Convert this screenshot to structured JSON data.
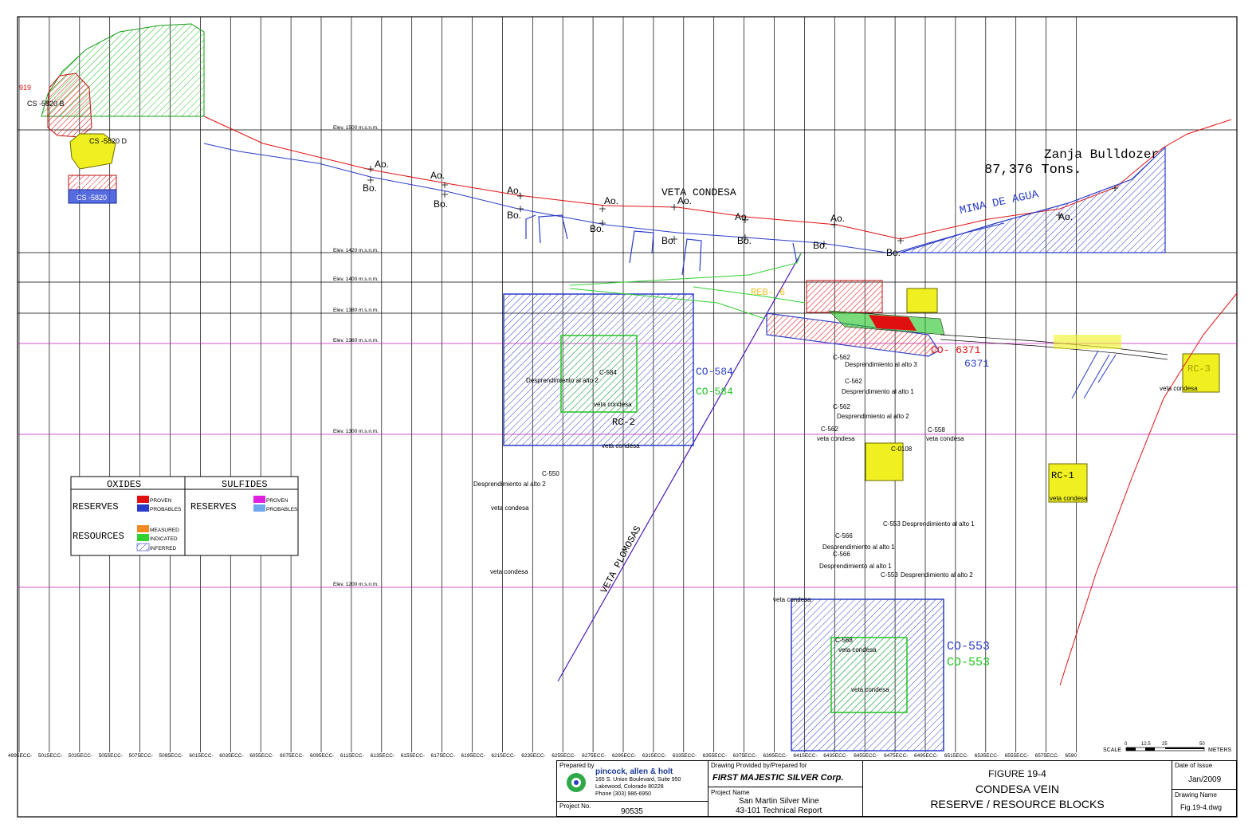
{
  "elevations": [
    "Elev. 1500 m.s.n.m.",
    "Elev. 1420 m.s.n.m.",
    "Elev. 1400 m.s.n.m.",
    "Elev. 1380 m.s.n.m.",
    "Elev. 1360 m.s.n.m.",
    "Elev. 1300 m.s.n.m.",
    "Elev. 1200 m.s.n.m."
  ],
  "labels": {
    "veta_condesa": "VETA CONDESA",
    "veta_plomosas": "VETA PLOMOSAS",
    "mina_de_agua": "MINA DE AGUA",
    "zanja": "Zanja Bulldozer",
    "tons": "87,376 Tons.",
    "ao": "Ao.",
    "bo": "Bo.",
    "cs5820": "CS -5820",
    "cs5820b": "CS -5820 B",
    "cs5820d": "CS -5820 D",
    "n919": "919",
    "reb": "REB- 6",
    "co6371_red": "CO- 6371",
    "co6371_blue": "6371",
    "co584_blue": "CO-584",
    "co584_green": "CO-584",
    "rc2": "RC-2",
    "rc1": "RC-1",
    "rc3": "RC-3",
    "co553_blue": "CO-553",
    "co553_green": "CO-553",
    "c584": "C-584",
    "c562": "C-562",
    "c558": "C-558",
    "c566": "C-566",
    "c550": "C-550",
    "c553": "C-553",
    "c568": "C-568",
    "c0108": "C-0108",
    "desp2": "Desprendimiento al alto 2",
    "desp1": "Desprendimiento al alto 1",
    "desp3": "Desprendimiento al alto 3",
    "veta": "veta condesa"
  },
  "legend": {
    "oxides": "OXIDES",
    "sulfides": "SULFIDES",
    "reserves": "RESERVES",
    "resources": "RESOURCES",
    "proven": "PROVEN",
    "probables": "PROBABLES",
    "measured": "MEASURED",
    "indicated": "INDICATED",
    "inferred": "INFERRED"
  },
  "sections": [
    "4995ECC-",
    "5015ECC-",
    "5035ECC-",
    "5055ECC-",
    "5075ECC-",
    "5095ECC-",
    "6015ECC-",
    "6035ECC-",
    "6055ECC-",
    "6075ECC-",
    "6095ECC-",
    "6115ECC-",
    "6135ECC-",
    "6155ECC-",
    "6175ECC-",
    "6195ECC-",
    "6215ECC-",
    "6235ECC-",
    "6255ECC-",
    "6275ECC-",
    "6295ECC-",
    "6315ECC-",
    "6335ECC-",
    "6355ECC-",
    "6375ECC-",
    "6395ECC-",
    "6415ECC-",
    "6435ECC-",
    "6455ECC-",
    "6475ECC-",
    "6495ECC-",
    "6515ECC-",
    "6535ECC-",
    "6555ECC-",
    "6575ECC-",
    "6590"
  ],
  "scale": {
    "label": "SCALE",
    "ticks": [
      "0",
      "12.5",
      "25",
      "50"
    ],
    "unit": "METERS"
  },
  "title_block": {
    "prepared_by": "Prepared by",
    "company": "pincock, allen & holt",
    "addr1": "165 S. Union Boulevard, Suite 950",
    "addr2": "Lakewood, Colorado 80228",
    "phone": "Phone (303) 986-6950",
    "project_no_label": "Project No.",
    "project_no": "90535",
    "provided_label": "Drawing Provided by/Prepared for",
    "client": "FIRST MAJESTIC SILVER Corp.",
    "project_name_label": "Project Name",
    "project_name1": "San Martin Silver Mine",
    "project_name2": "43-101 Technical Report",
    "figure": "FIGURE 19-4",
    "title1": "CONDESA VEIN",
    "title2": "RESERVE / RESOURCE BLOCKS",
    "date_label": "Date of Issue",
    "date": "Jan/2009",
    "drawing_label": "Drawing Name",
    "drawing": "Fig.19-4.dwg"
  }
}
